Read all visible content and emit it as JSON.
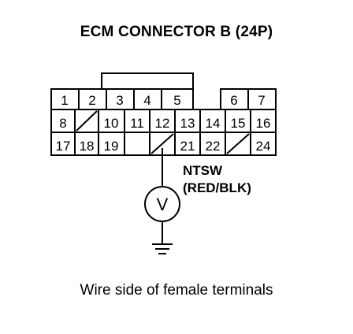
{
  "title": "ECM CONNECTOR B (24P)",
  "caption": "Wire side of female terminals",
  "net_label": "NTSW",
  "wire_color": "(RED/BLK)",
  "meter_symbol": "V",
  "connector": {
    "row1": [
      "1",
      "2",
      "3",
      "4",
      "5",
      "",
      "6",
      "7"
    ],
    "row2": [
      "8",
      "/",
      "10",
      "11",
      "12",
      "13",
      "14",
      "15",
      "16"
    ],
    "row3": [
      "17",
      "18",
      "19",
      "",
      "/",
      "21",
      "22",
      "/",
      "24"
    ]
  }
}
